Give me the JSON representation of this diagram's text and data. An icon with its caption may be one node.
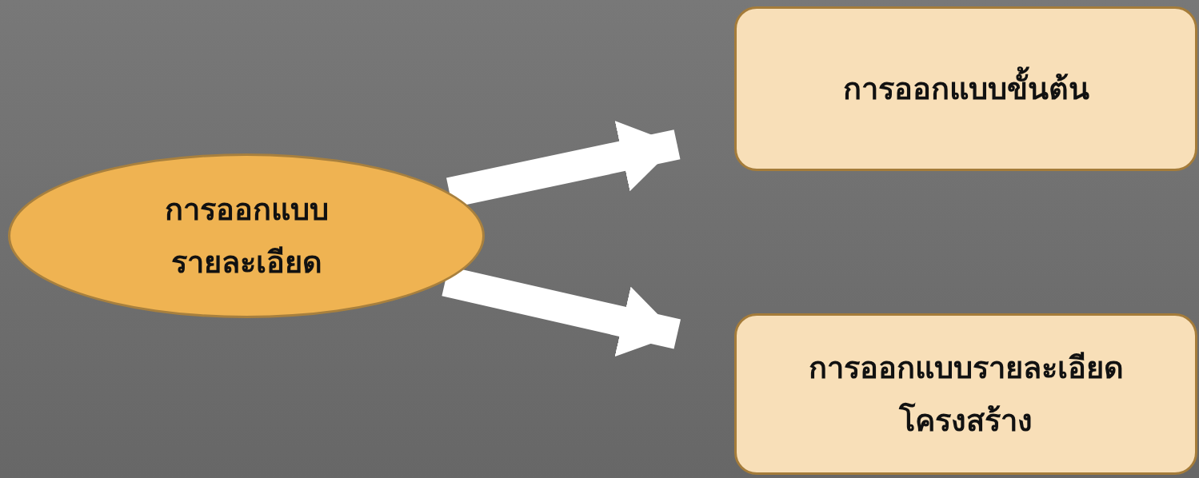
{
  "diagram": {
    "nodes": [
      {
        "text": [
          "การออกแบบรายละเอียด"
        ]
      },
      {
        "text": [
          "การออกแบบขั้นต้น"
        ]
      },
      {
        "text": [
          "การออกแบบรายละเอียดโครงสร้าง"
        ]
      }
    ],
    "edges": [
      {
        "from": 0,
        "to": 1,
        "arrow": "to"
      },
      {
        "from": 0,
        "to": 2,
        "arrow": "to"
      }
    ]
  }
}
